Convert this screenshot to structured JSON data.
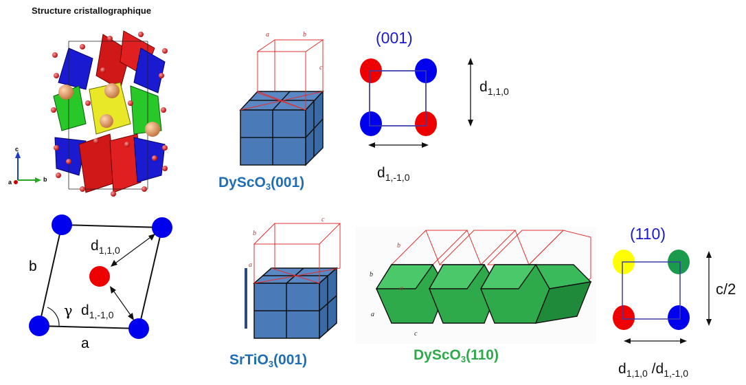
{
  "title": "Structure cristallographique",
  "axes_legend": {
    "c": "c",
    "b": "b",
    "a": "a"
  },
  "labels": {
    "dysco3_001": {
      "main": "DyScO",
      "sub": "3",
      "tail": "(001)"
    },
    "srtio3_001": {
      "main": "SrTiO",
      "sub": "3",
      "tail": "(001)"
    },
    "dysco3_110": {
      "main": "DyScO",
      "sub": "3",
      "tail": "(110)"
    }
  },
  "miller_001": "(001)",
  "miller_110": "(110)",
  "d110_top": {
    "d": "d",
    "sub": "1,1,0"
  },
  "d1m10_top": {
    "d": "d",
    "sub": "1,-1,0"
  },
  "d110_lattice": {
    "d": "d",
    "sub": "1,1,0"
  },
  "d1m10_lattice": {
    "d": "d",
    "sub": "1,-1,0"
  },
  "lattice_labels": {
    "a": "a",
    "b": "b",
    "gamma": "γ"
  },
  "c_half": "c/2",
  "d_ratio": {
    "d1": "d",
    "sub1": "1,1,0",
    "slash": " /d",
    "sub2": "1,-1,0"
  },
  "cell_edge_labels": {
    "a": "a",
    "b": "b",
    "c": "c"
  },
  "colors": {
    "blue": "#0000ee",
    "red": "#ee0000",
    "yellow": "#ffff00",
    "green": "#1a9a4a",
    "cube": "#4a7ab8",
    "redline": "#e03030"
  }
}
